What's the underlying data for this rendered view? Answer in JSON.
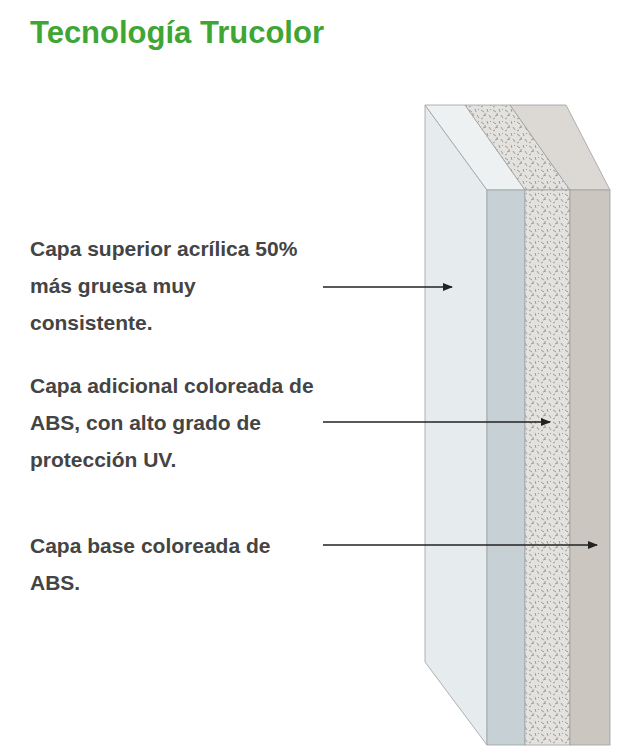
{
  "diagram": {
    "title": "Tecnología Trucolor",
    "labels": [
      "Capa superior acrílica 50% más gruesa muy consistente.",
      "Capa adicional coloreada de ABS, con alto grado de protección UV.",
      "Capa base coloreada de ABS."
    ]
  }
}
